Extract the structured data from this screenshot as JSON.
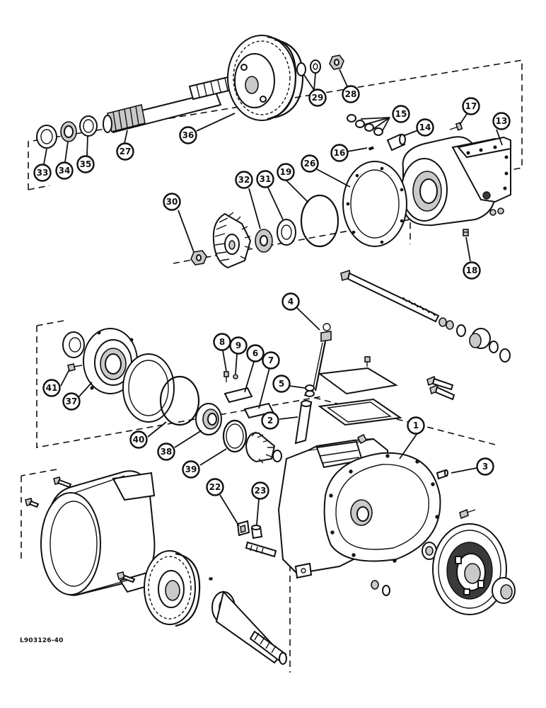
{
  "figure": {
    "code": "L903126-40"
  },
  "callouts": [
    {
      "id": "c1",
      "label": "1"
    },
    {
      "id": "c2",
      "label": "2"
    },
    {
      "id": "c3",
      "label": "3"
    },
    {
      "id": "c4",
      "label": "4"
    },
    {
      "id": "c5",
      "label": "5"
    },
    {
      "id": "c6",
      "label": "6"
    },
    {
      "id": "c7",
      "label": "7"
    },
    {
      "id": "c8",
      "label": "8"
    },
    {
      "id": "c9",
      "label": "9"
    },
    {
      "id": "c13",
      "label": "13"
    },
    {
      "id": "c14",
      "label": "14"
    },
    {
      "id": "c15",
      "label": "15"
    },
    {
      "id": "c16",
      "label": "16"
    },
    {
      "id": "c17",
      "label": "17"
    },
    {
      "id": "c18",
      "label": "18"
    },
    {
      "id": "c19",
      "label": "19"
    },
    {
      "id": "c22",
      "label": "22"
    },
    {
      "id": "c23",
      "label": "23"
    },
    {
      "id": "c26",
      "label": "26"
    },
    {
      "id": "c27",
      "label": "27"
    },
    {
      "id": "c28",
      "label": "28"
    },
    {
      "id": "c29",
      "label": "29"
    },
    {
      "id": "c30",
      "label": "30"
    },
    {
      "id": "c31",
      "label": "31"
    },
    {
      "id": "c32",
      "label": "32"
    },
    {
      "id": "c33",
      "label": "33"
    },
    {
      "id": "c34",
      "label": "34"
    },
    {
      "id": "c35",
      "label": "35"
    },
    {
      "id": "c36",
      "label": "36"
    },
    {
      "id": "c37",
      "label": "37"
    },
    {
      "id": "c38",
      "label": "38"
    },
    {
      "id": "c39",
      "label": "39"
    },
    {
      "id": "c40",
      "label": "40"
    },
    {
      "id": "c41",
      "label": "41"
    }
  ]
}
